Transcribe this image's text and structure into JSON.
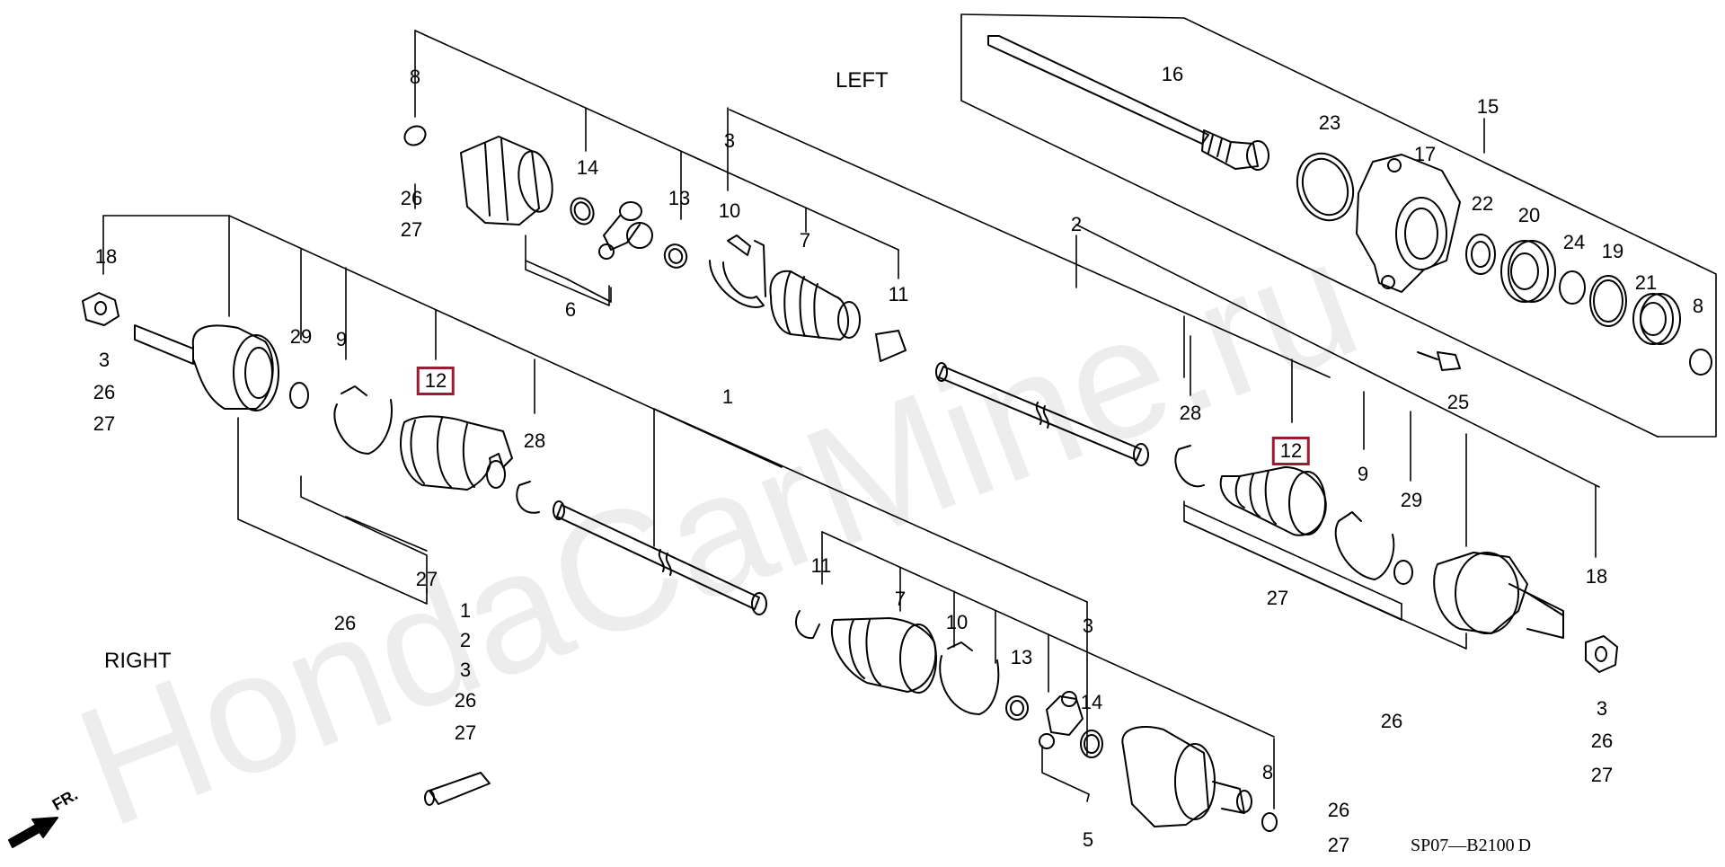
{
  "watermark": "HondaCarMine.ru",
  "side_labels": {
    "left": "LEFT",
    "right": "RIGHT"
  },
  "direction_label": "FR.",
  "diagram_code": "SP07—B2100 D",
  "highlight_color": "#9b1c31",
  "callouts": {
    "left_upper": [
      "8",
      "26",
      "27",
      "14",
      "13",
      "3",
      "10",
      "7",
      "11",
      "6"
    ],
    "left_bearing": [
      "16",
      "23",
      "17",
      "15",
      "22",
      "20",
      "24",
      "19",
      "21",
      "8",
      "25"
    ],
    "left_shaft": [
      "2",
      "28",
      "12",
      "9",
      "29",
      "18",
      "27",
      "26",
      "3",
      "26",
      "27"
    ],
    "right_outer": [
      "18",
      "3",
      "26",
      "27",
      "29",
      "9",
      "12",
      "28",
      "27",
      "26",
      "1"
    ],
    "right_kit": [
      "1",
      "2",
      "3",
      "26",
      "27"
    ],
    "right_inner": [
      "11",
      "7",
      "10",
      "3",
      "13",
      "14",
      "8",
      "26",
      "27",
      "5"
    ]
  }
}
